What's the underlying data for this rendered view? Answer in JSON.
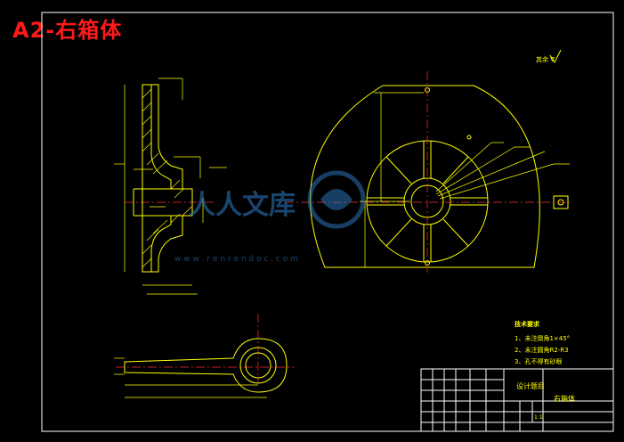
{
  "title": "A2-右箱体",
  "watermark": {
    "site": "人人文库",
    "url": "w w w . r e n r e n d o c . c o m"
  },
  "roughness_note": "其余 ∇",
  "tech_requirements": {
    "heading": "技术要求",
    "items": [
      "1、未注倒角1×45°",
      "2、未注圆角R2-R3",
      "3、孔不得有砂眼"
    ]
  },
  "title_block": {
    "part_name": "右箱体",
    "drawing_title": "设计题目",
    "scale": "1:1"
  },
  "colors": {
    "background": "#000000",
    "lines": "#ffff00",
    "frame": "#ffffff",
    "center_lines": "#ff3030",
    "title": "#ff1a1a"
  }
}
